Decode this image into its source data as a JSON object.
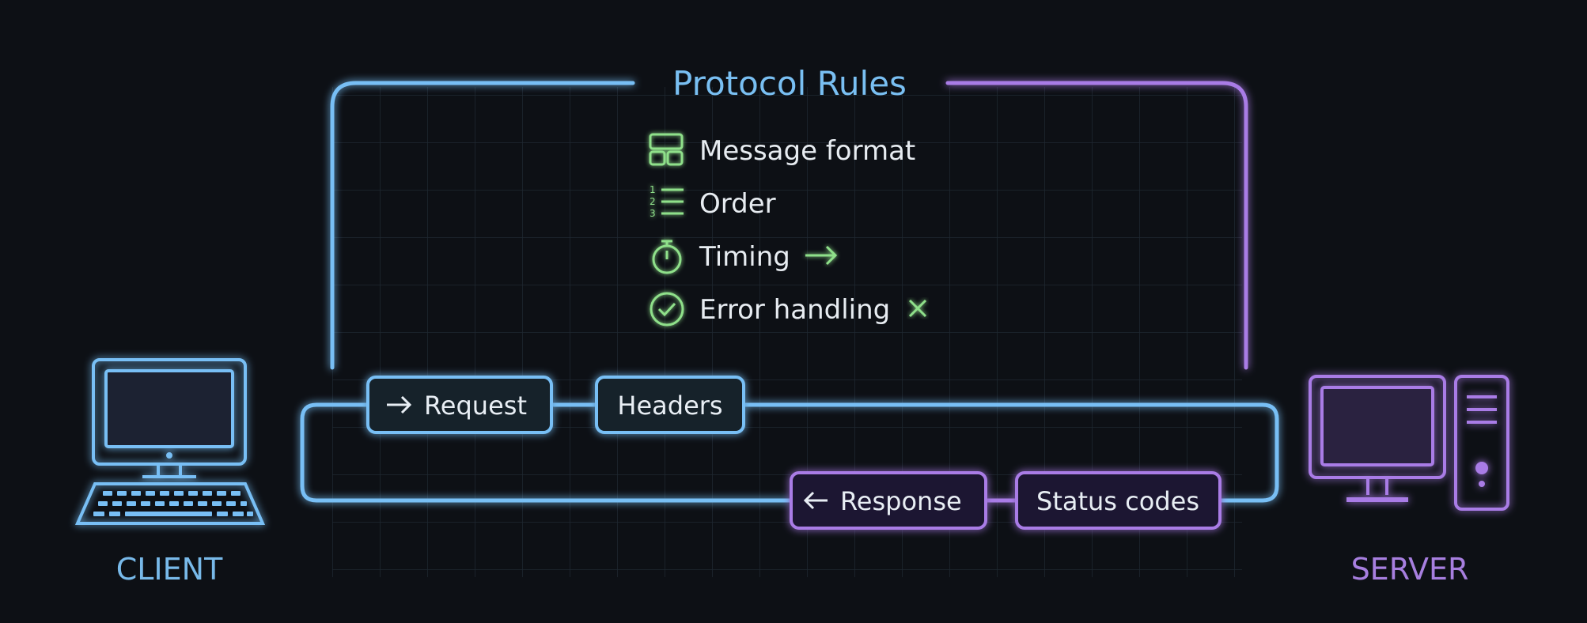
{
  "title": "Protocol Rules",
  "rules": [
    {
      "label": "Message format",
      "icon": "layout-grid-icon"
    },
    {
      "label": "Order",
      "icon": "numbered-list-icon"
    },
    {
      "label": "Timing",
      "icon": "stopwatch-icon",
      "suffix_icon": "arrow-right-icon"
    },
    {
      "label": "Error handling",
      "icon": "check-circle-icon",
      "suffix_icon": "close-icon"
    }
  ],
  "messages": {
    "request": "Request",
    "headers": "Headers",
    "response": "Response",
    "status_codes": "Status codes"
  },
  "nodes": {
    "client": "CLIENT",
    "server": "SERVER"
  },
  "colors": {
    "background": "#0d1015",
    "blue": "#78bff5",
    "purple": "#a97be6",
    "green": "#8fe08a",
    "text": "#e8eef4"
  }
}
